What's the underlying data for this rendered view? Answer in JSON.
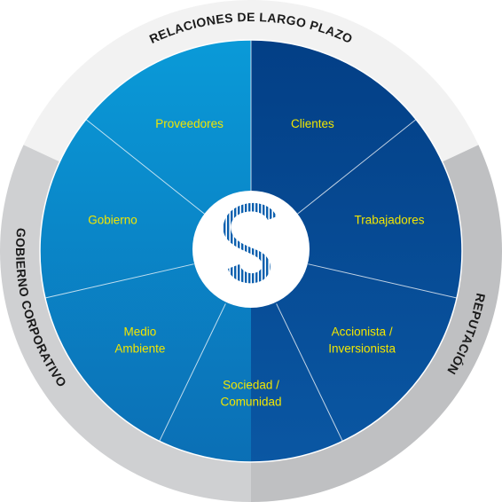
{
  "ring": {
    "top_label": "RELACIONES DE LARGO PLAZO",
    "left_label": "GOBIERNO CORPORATIVO",
    "right_label": "REPUTACIÓN"
  },
  "segments": [
    {
      "lines": [
        "Clientes"
      ]
    },
    {
      "lines": [
        "Trabajadores"
      ]
    },
    {
      "lines": [
        "Accionista /",
        "Inversionista"
      ]
    },
    {
      "lines": [
        "Sociedad /",
        "Comunidad"
      ]
    },
    {
      "lines": [
        "Medio",
        "Ambiente"
      ]
    },
    {
      "lines": [
        "Gobierno"
      ]
    },
    {
      "lines": [
        "Proveedores"
      ]
    }
  ],
  "colors": {
    "outer_top": "#f2f2f2",
    "outer_side": "#cfd0d2",
    "outer_side_dark": "#bfc0c2",
    "left_half": "#0a83c8",
    "right_half": "#044a95",
    "label": "#f2e600",
    "logo": "#0a5fae"
  },
  "logo": {
    "icon": "bank-s-logo-icon"
  }
}
